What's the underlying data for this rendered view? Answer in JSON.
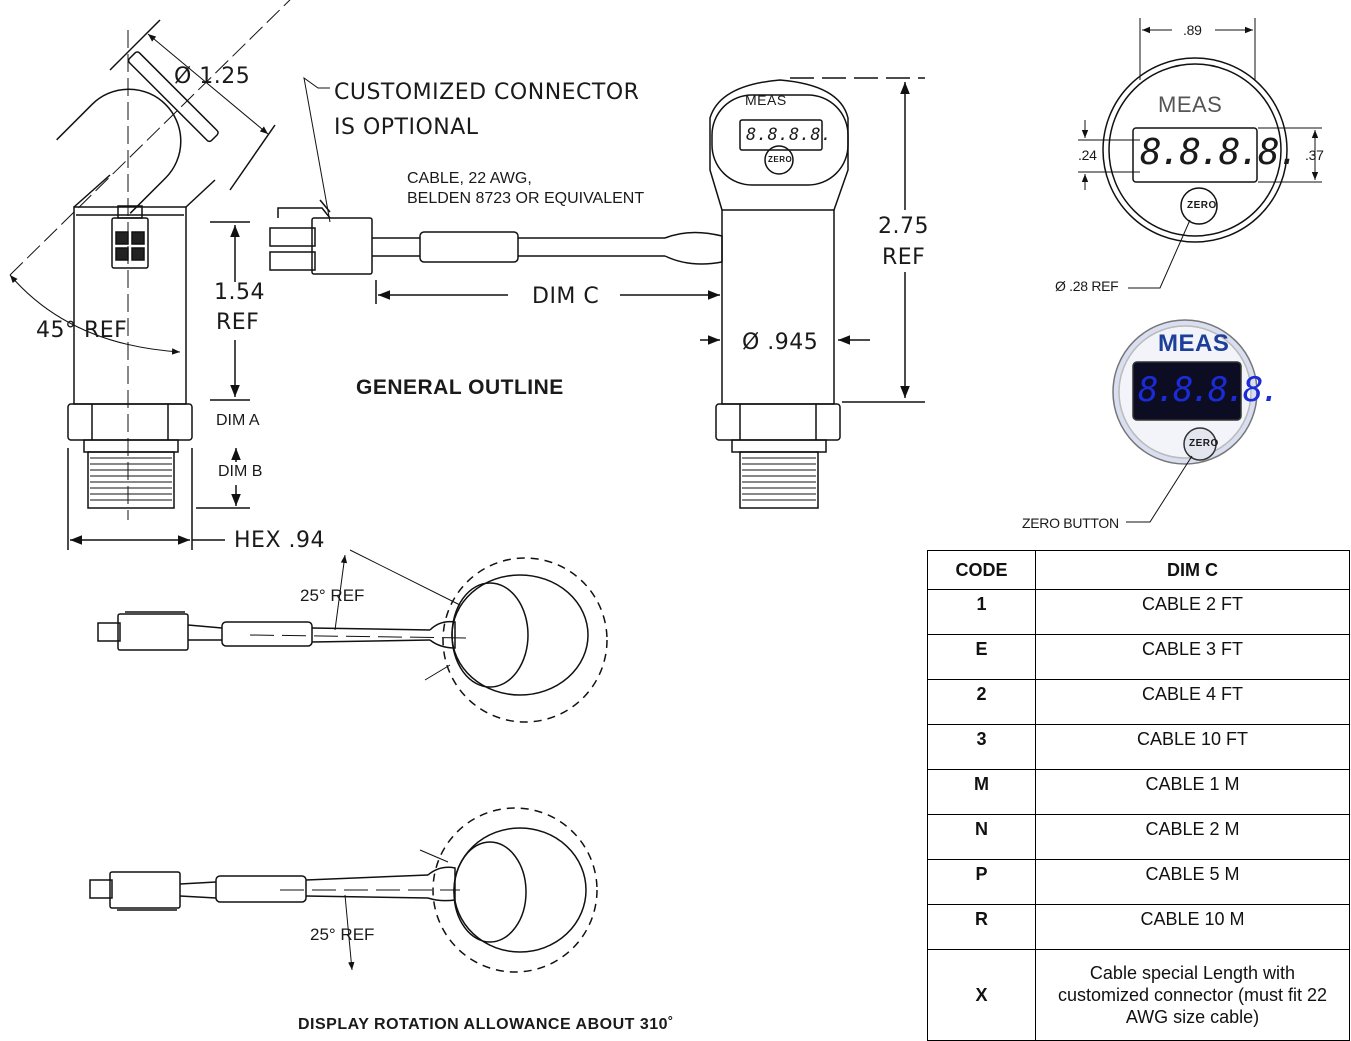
{
  "drawing": {
    "labels": {
      "diameter_125": "Ø 1.25",
      "customized_connector_1": "CUSTOMIZED CONNECTOR",
      "customized_connector_2": "IS OPTIONAL",
      "cable_1": "CABLE, 22 AWG,",
      "cable_2": "BELDEN 8723 OR EQUIVALENT",
      "ref_275_a": "2.75",
      "ref_275_b": "REF",
      "ref_154_a": "1.54",
      "ref_154_b": "REF",
      "dim_c": "DIM C",
      "angle_45": "45° REF",
      "diameter_945": "Ø .945",
      "general_outline": "GENERAL OUTLINE",
      "dim_a": "DIM A",
      "dim_b": "DIM B",
      "hex": "HEX .94",
      "angle_25_top": "25° REF",
      "angle_25_bottom": "25° REF",
      "rotation_note": "DISPLAY ROTATION ALLOWANCE ABOUT 310˚",
      "dim_089": ".89",
      "dim_024": ".24",
      "dim_037": ".37",
      "diameter_028": "Ø .28 REF",
      "zero_button": "ZERO BUTTON",
      "brand": "MEAS",
      "zero": "ZERO",
      "digits": "8.8.8.8."
    },
    "colors": {
      "line": "#111111",
      "display_blue": "#1b2bd6",
      "meas_blue": "#1c3f9a",
      "orange": "#e67e22"
    }
  },
  "table": {
    "headers": [
      "CODE",
      "DIM C"
    ],
    "rows": [
      {
        "code": "1",
        "dim": "CABLE 2 FT"
      },
      {
        "code": "E",
        "dim": "CABLE 3  FT"
      },
      {
        "code": "2",
        "dim": "CABLE 4  FT"
      },
      {
        "code": "3",
        "dim": "CABLE 10 FT"
      },
      {
        "code": "M",
        "dim": "CABLE 1 M"
      },
      {
        "code": "N",
        "dim": "CABLE 2 M"
      },
      {
        "code": "P",
        "dim": "CABLE 5 M"
      },
      {
        "code": "R",
        "dim": "CABLE 10 M"
      },
      {
        "code": "X",
        "dim": "Cable special Length with customized connector (must fit 22 AWG size cable)"
      }
    ]
  }
}
